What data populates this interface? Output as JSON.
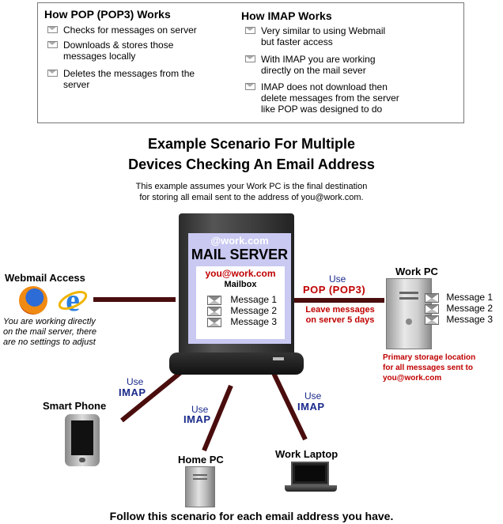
{
  "pop_box": {
    "heading": "How POP (POP3) Works",
    "bullets": [
      [
        "Checks for messages on server"
      ],
      [
        "Downloads & stores those",
        "messages locally"
      ],
      [
        "Deletes the messages from the",
        "server"
      ]
    ]
  },
  "imap_box": {
    "heading": "How IMAP Works",
    "bullets": [
      [
        "Very similar to using Webmail",
        "but faster access"
      ],
      [
        "With IMAP you are working",
        "directly on the mail sever"
      ],
      [
        "IMAP does not download then",
        "delete messages from the server",
        "like POP was designed to do"
      ]
    ]
  },
  "title": {
    "line1": "Example Scenario For Multiple",
    "line2": "Devices Checking An Email Address"
  },
  "subtitle": {
    "line1": "This example assumes your Work PC is the final destination",
    "line2": "for storing all email sent to the address of you@work.com."
  },
  "server": {
    "domain": "@work.com",
    "label": "MAIL SERVER",
    "email": "you@work.com",
    "mailbox": "Mailbox",
    "messages": [
      "Message 1",
      "Message 2",
      "Message 3"
    ]
  },
  "webmail": {
    "label": "Webmail Access",
    "note": [
      "You are working directly",
      "on the mail server, there",
      "are no settings to adjust"
    ]
  },
  "work_pc": {
    "label": "Work PC",
    "messages": [
      "Message 1",
      "Message 2",
      "Message 3"
    ],
    "note": [
      "Primary storage location",
      "for all messages sent to",
      "you@work.com"
    ]
  },
  "pop_link": {
    "use": "Use",
    "protocol": "POP (POP3)",
    "note": [
      "Leave messages",
      "on server 5 days"
    ]
  },
  "imap_links": {
    "use": "Use",
    "protocol": "IMAP"
  },
  "devices": {
    "smart_phone": "Smart Phone",
    "home_pc": "Home PC",
    "work_laptop": "Work Laptop"
  },
  "footer": "Follow this scenario for each email address you have.",
  "colors": {
    "link": "#4a0d0d",
    "imap_blue": "#1a2a8a",
    "pop_red": "#c00000",
    "server_panel": "#c9c9f2"
  }
}
